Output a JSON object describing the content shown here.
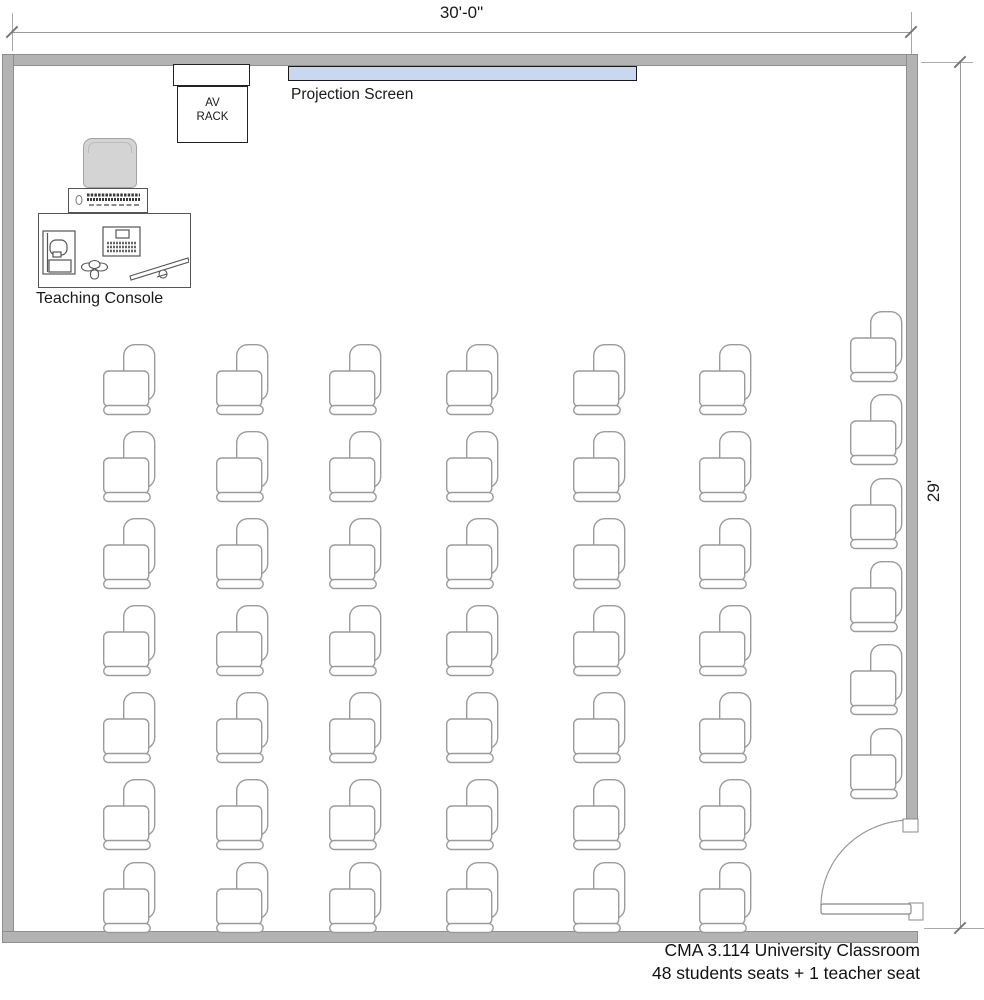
{
  "dims": {
    "width": "30'-0\"",
    "height": "29'"
  },
  "labels": {
    "projection_screen": "Projection Screen",
    "teaching_console": "Teaching Console",
    "av_rack_line1": "AV",
    "av_rack_line2": "RACK"
  },
  "caption": {
    "line1": "CMA 3.114 University Classroom",
    "line2": "48 students seats + 1 teacher seat"
  },
  "seating": {
    "main_grid": {
      "columns": 6,
      "rows": 7
    },
    "side_column": {
      "count": 6
    },
    "student_seats": 48,
    "teacher_seats": 1
  },
  "icons": {
    "student_chair": "tablet-arm-chair-top-view",
    "teacher_chair": "chair-top-view",
    "door": "door-90deg-swing",
    "projection_screen": "wall-mounted-screen-bar"
  },
  "colors": {
    "wall_fill": "#b3b3b3",
    "wall_edge": "#8f8f8f",
    "screen_fill": "#c9d8ef",
    "chair_stroke": "#9b9b9b",
    "teacher_chair_fill": "#d4d4d4",
    "dimension_line": "#999999",
    "text": "#1a1a1a"
  }
}
